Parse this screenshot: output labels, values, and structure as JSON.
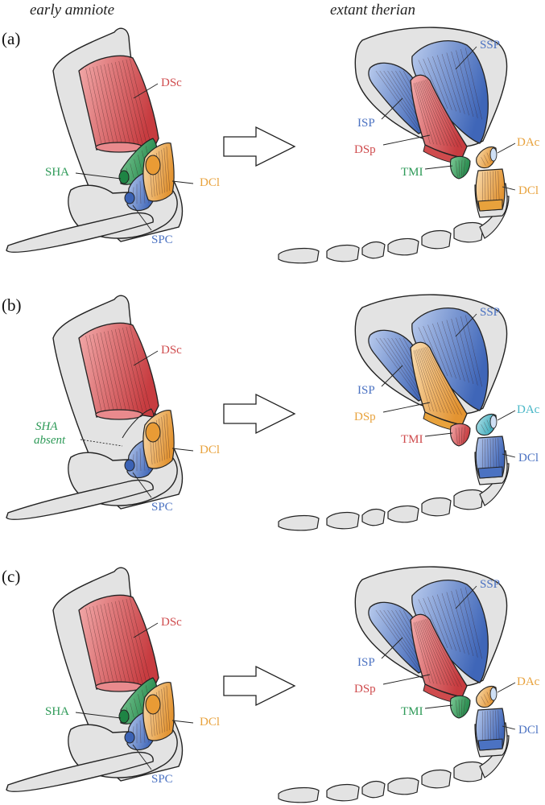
{
  "titles": {
    "left": "early amniote",
    "right": "extant therian"
  },
  "colors": {
    "red": "#cf4b4d",
    "red_light": "#f0a4a4",
    "blue": "#4b72c2",
    "blue_light": "#a9bfe6",
    "green": "#2e9a58",
    "orange": "#e8a23c",
    "orange_light": "#f6d5a4",
    "cyan": "#49b7c7",
    "bone": "#e3e3e3",
    "outline": "#222222"
  },
  "panels": [
    {
      "label": "(a)",
      "left": {
        "shaLabel": "SHA",
        "shaAbsentLines": [],
        "shaColor": "green",
        "dscLabel": "DSc",
        "dclLabel": "DCl",
        "spcLabel": "SPC"
      },
      "right": {
        "sspLabel": "SSP",
        "ispLabel": "ISP",
        "dspLabel": "DSp",
        "dspColor": "red",
        "tmiLabel": "TMI",
        "tmiColor": "green",
        "dacLabel": "DAc",
        "dacColor": "orange",
        "dclLabel": "DCl",
        "dclColor": "orange"
      }
    },
    {
      "label": "(b)",
      "left": {
        "shaLabel": "",
        "shaAbsentLines": [
          "SHA",
          "absent"
        ],
        "shaColor": "none",
        "dscLabel": "DSc",
        "dclLabel": "DCl",
        "spcLabel": "SPC"
      },
      "right": {
        "sspLabel": "SSP",
        "ispLabel": "ISP",
        "dspLabel": "DSp",
        "dspColor": "orange",
        "tmiLabel": "TMI",
        "tmiColor": "red",
        "dacLabel": "DAc",
        "dacColor": "cyan",
        "dclLabel": "DCl",
        "dclColor": "blue"
      }
    },
    {
      "label": "(c)",
      "left": {
        "shaLabel": "SHA",
        "shaAbsentLines": [],
        "shaColor": "green",
        "dscLabel": "DSc",
        "dclLabel": "DCl",
        "spcLabel": "SPC"
      },
      "right": {
        "sspLabel": "SSP",
        "ispLabel": "ISP",
        "dspLabel": "DSp",
        "dspColor": "red",
        "tmiLabel": "TMI",
        "tmiColor": "green",
        "dacLabel": "DAc",
        "dacColor": "orange",
        "dclLabel": "DCl",
        "dclColor": "blue"
      }
    }
  ]
}
